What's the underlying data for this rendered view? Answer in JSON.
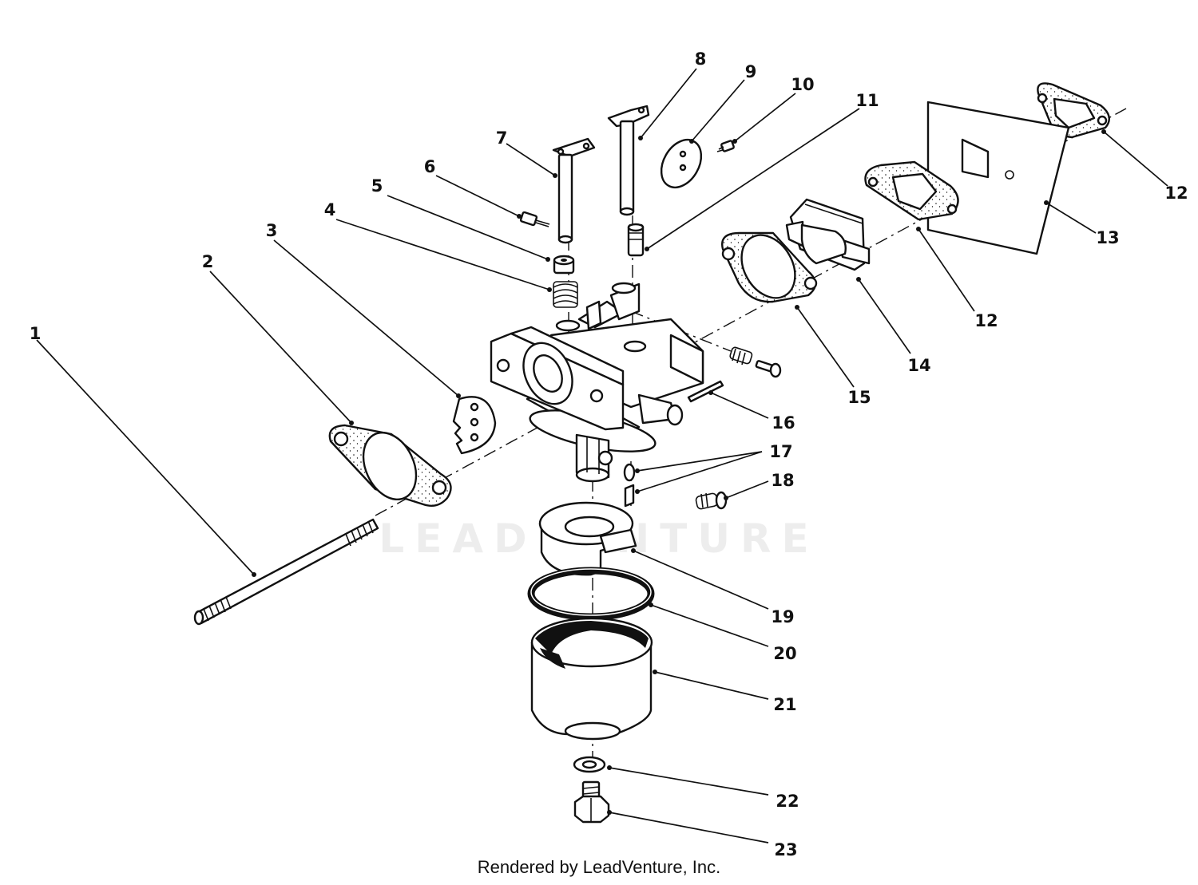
{
  "callouts": [
    "1",
    "2",
    "3",
    "4",
    "5",
    "6",
    "7",
    "8",
    "9",
    "10",
    "11",
    "12",
    "13",
    "14",
    "12",
    "15",
    "16",
    "17",
    "18",
    "19",
    "20",
    "21",
    "22",
    "23"
  ],
  "watermark": "LEADVENTURE",
  "credit": "Rendered by LeadVenture, Inc."
}
